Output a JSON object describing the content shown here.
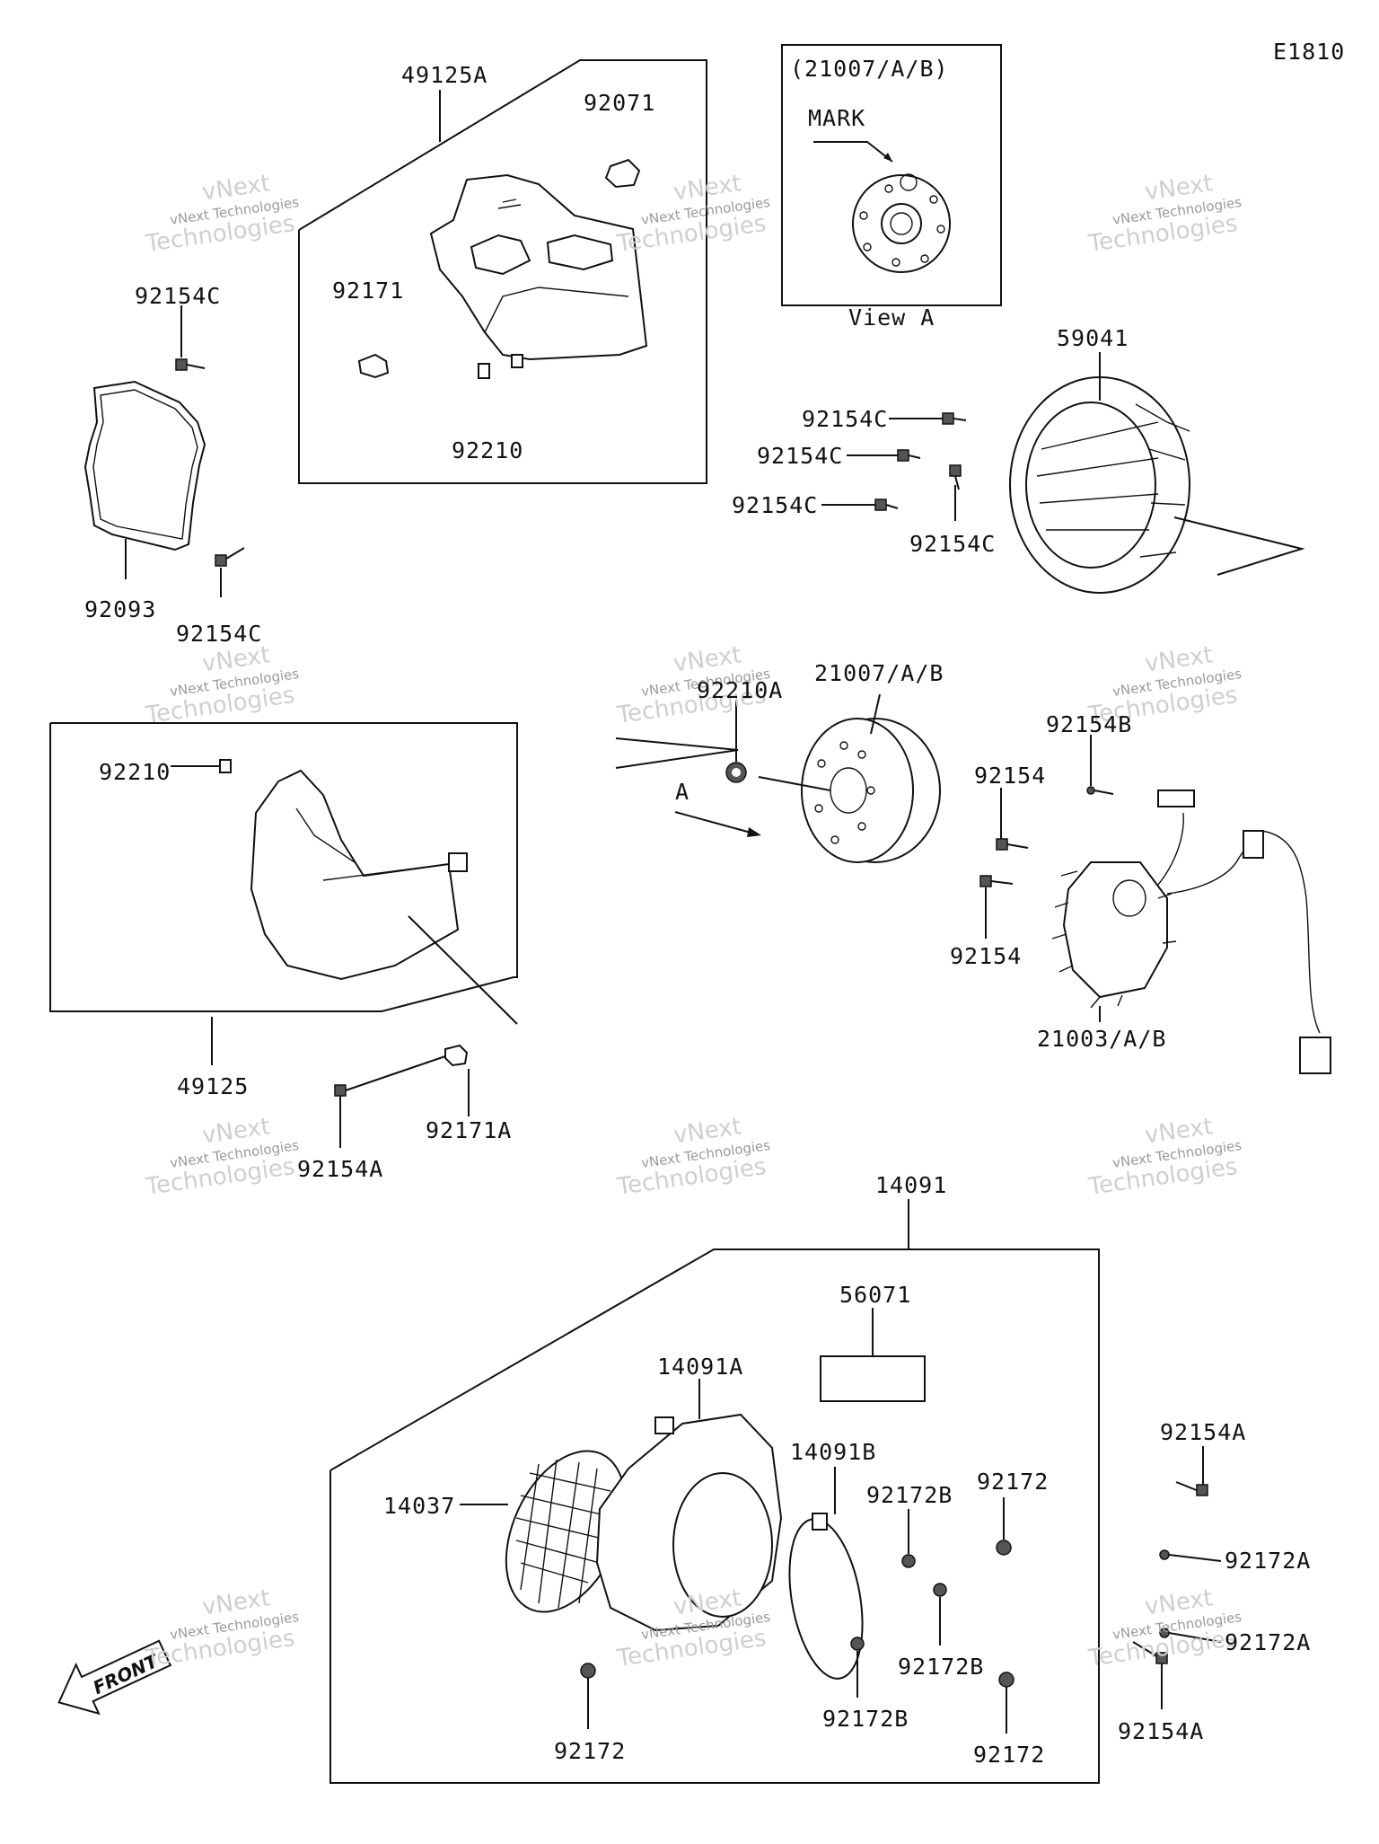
{
  "diagram_code": "E1810",
  "view_a": {
    "part_ref": "(21007/A/B)",
    "mark_label": "MARK",
    "caption": "View A"
  },
  "arrow_label": "A",
  "front_label": "FRONT",
  "watermark": {
    "line1": "vNext Technologies",
    "line2": "vNext",
    "line3": "Technologies"
  },
  "parts": {
    "p49125A": "49125A",
    "p92071": "92071",
    "p92171": "92171",
    "p92210_top": "92210",
    "p92154C_left_top": "92154C",
    "p92093": "92093",
    "p92154C_left_bottom": "92154C",
    "p59041": "59041",
    "p92154C_fan1": "92154C",
    "p92154C_fan2": "92154C",
    "p92154C_fan3": "92154C",
    "p92154C_fan4": "92154C",
    "p92210A": "92210A",
    "p21007": "21007/A/B",
    "p92154B": "92154B",
    "p92154_1": "92154",
    "p92154_2": "92154",
    "p21003": "21003/A/B",
    "p92210_mid": "92210",
    "p49125": "49125",
    "p92171A": "92171A",
    "p92154A_mid": "92154A",
    "p14091": "14091",
    "p56071": "56071",
    "p14091A": "14091A",
    "p14091B": "14091B",
    "p14037": "14037",
    "p92172B_1": "92172B",
    "p92172_1": "92172",
    "p92154A_r1": "92154A",
    "p92172A_1": "92172A",
    "p92172A_2": "92172A",
    "p92154A_r2": "92154A",
    "p92172B_2": "92172B",
    "p92172B_3": "92172B",
    "p92172_2": "92172",
    "p92172_3": "92172"
  }
}
